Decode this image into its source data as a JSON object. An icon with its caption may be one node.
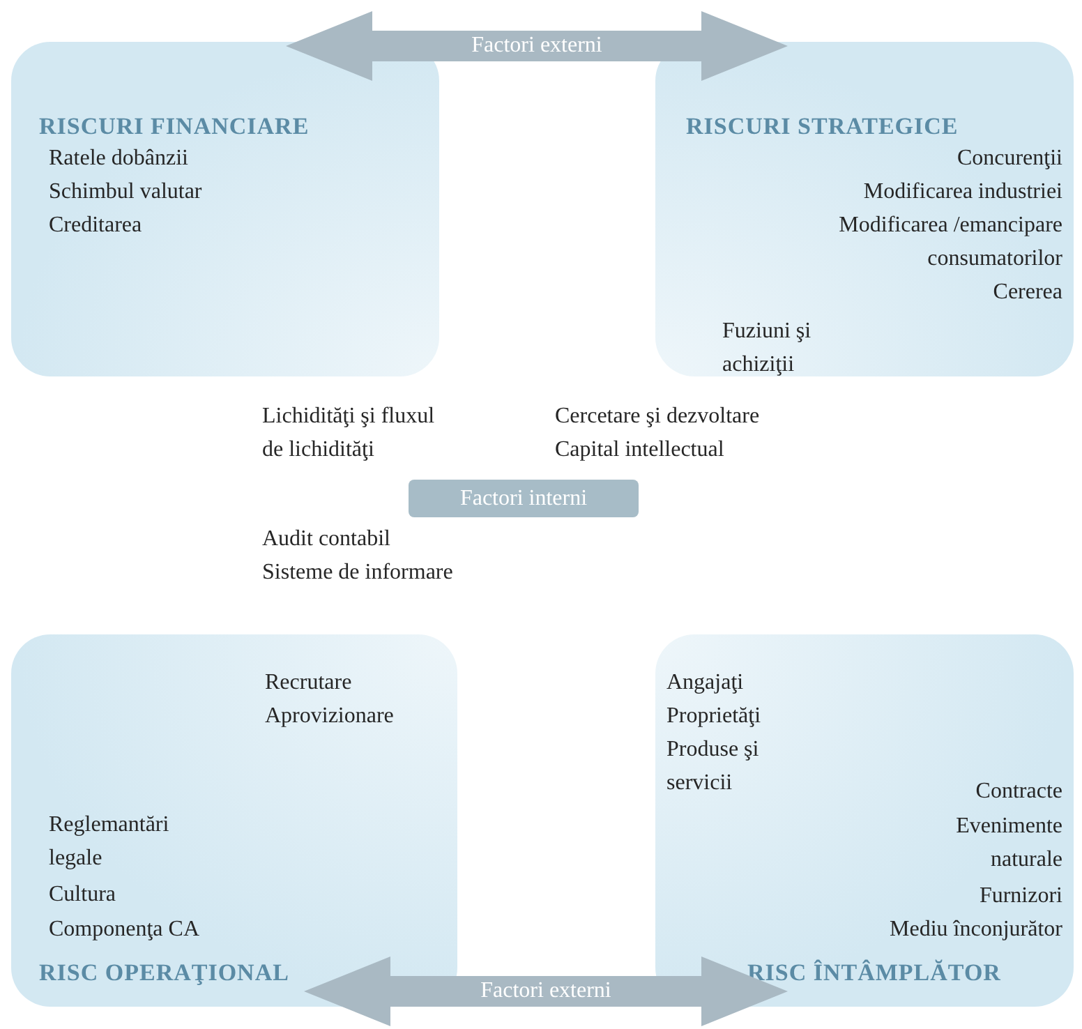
{
  "diagram": {
    "nodes": [
      {
        "text": [
          "RISCURI FINANCIARE",
          "Ratele dobânzii",
          "Schimbul valutar",
          "Creditarea"
        ]
      },
      {
        "text": [
          "RISCURI STRATEGICE",
          "Concurenţii",
          "Modificarea industriei",
          "Modificarea /emancipare consumatorilor",
          "Cererea",
          "Fuziuni şi achiziţii"
        ]
      },
      {
        "text": [
          "Recrutare",
          "Aprovizionare",
          "Reglemantări legale",
          "Cultura",
          "Componenţa CA",
          "RISC OPERAŢIONAL"
        ]
      },
      {
        "text": [
          "Angajaţi",
          "Proprietăţi",
          "Produse şi servicii",
          "Contracte",
          "Evenimente naturale",
          "Furnizori",
          "Mediu înconjurător",
          "RISC ÎNTÂMPLĂTOR"
        ]
      },
      {
        "text": [
          "Factori interni"
        ]
      }
    ],
    "edges": [
      {
        "from": 0,
        "to": 1,
        "arrow": "both",
        "label": "Factori externi",
        "style": "thick"
      },
      {
        "from": 2,
        "to": 3,
        "arrow": "both",
        "label": "Factori externi",
        "style": "thick"
      }
    ],
    "labels": [
      "Lichidităţi şi fluxul de lichidităţi",
      "Cercetare şi dezvoltare",
      "Capital intellectual",
      "Audit contabil",
      "Sisteme de informare"
    ]
  }
}
